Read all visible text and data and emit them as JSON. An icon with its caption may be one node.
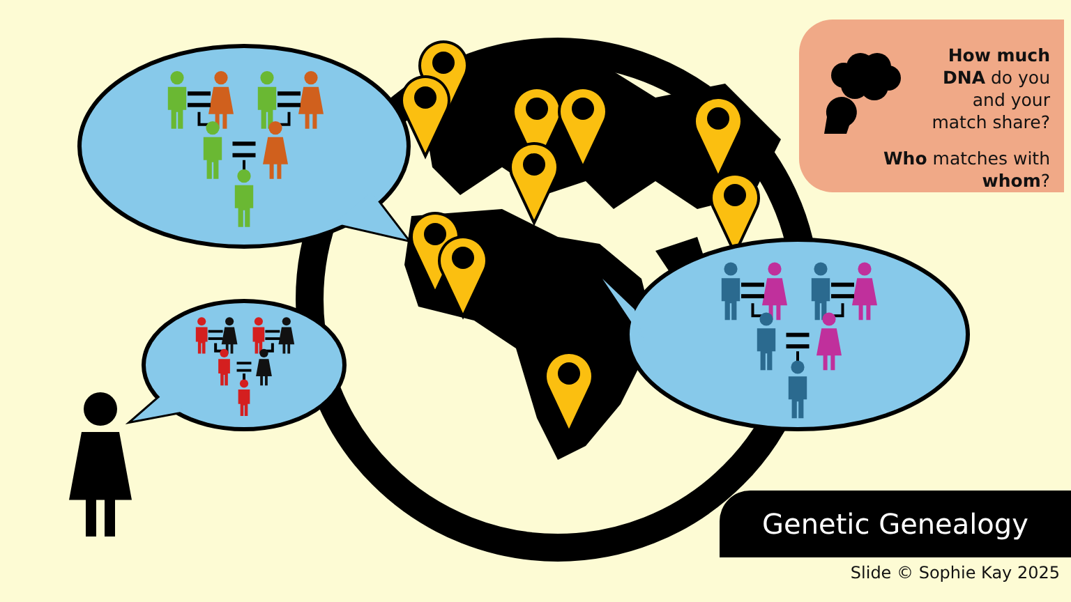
{
  "diagram": {
    "title": "Genetic Genealogy",
    "nodes": [
      {
        "text": [
          "**How much DNA** do you and your match share?",
          "**Who** matches with **whom**?"
        ]
      }
    ],
    "edges": [],
    "labels": [
      "Slide © Sophie Kay 2025"
    ]
  }
}
